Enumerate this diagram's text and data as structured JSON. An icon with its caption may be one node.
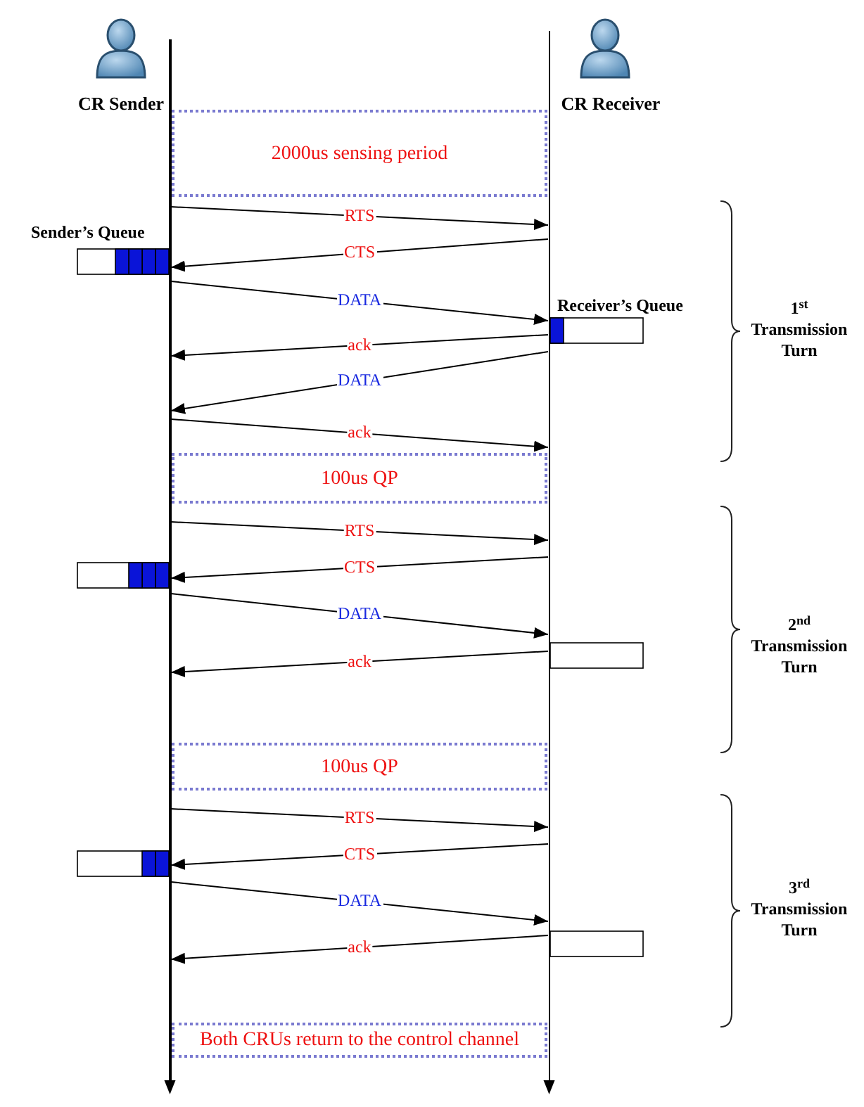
{
  "diagram": {
    "nodes": [
      {
        "text": [
          "CR Sender"
        ]
      },
      {
        "text": [
          "CR Receiver"
        ]
      },
      {
        "text": [],
        "shape": "bar"
      },
      {
        "text": [],
        "shape": "bar"
      },
      {
        "text": [
          "2000us  sensing period"
        ]
      },
      {
        "text": [
          "100us  QP"
        ]
      },
      {
        "text": [
          "100us  QP"
        ]
      },
      {
        "text": [
          "Both CRUs return to the control channel"
        ]
      }
    ],
    "edges": [
      {
        "from": 2,
        "to": 3,
        "arrow": "to",
        "label": "RTS"
      },
      {
        "from": 3,
        "to": 2,
        "arrow": "to",
        "label": "CTS"
      },
      {
        "from": 2,
        "to": 3,
        "arrow": "to",
        "label": "DATA"
      },
      {
        "from": 3,
        "to": 2,
        "arrow": "to",
        "label": "ack"
      },
      {
        "from": 3,
        "to": 2,
        "arrow": "to",
        "label": "DATA"
      },
      {
        "from": 2,
        "to": 3,
        "arrow": "to",
        "label": "ack"
      },
      {
        "from": 2,
        "to": 3,
        "arrow": "to",
        "label": "RTS"
      },
      {
        "from": 3,
        "to": 2,
        "arrow": "to",
        "label": "CTS"
      },
      {
        "from": 2,
        "to": 3,
        "arrow": "to",
        "label": "DATA"
      },
      {
        "from": 3,
        "to": 2,
        "arrow": "to",
        "label": "ack"
      },
      {
        "from": 2,
        "to": 3,
        "arrow": "to",
        "label": "RTS"
      },
      {
        "from": 3,
        "to": 2,
        "arrow": "to",
        "label": "CTS"
      },
      {
        "from": 2,
        "to": 3,
        "arrow": "to",
        "label": "DATA"
      },
      {
        "from": 3,
        "to": 2,
        "arrow": "to",
        "label": "ack"
      }
    ],
    "labels": [
      "Sender’s Queue",
      "Receiver’s Queue",
      "1$^{st}$ Transmission Turn",
      "2$^{nd}$ Transmission Turn",
      "3$^{rd}$ Transmission Turn"
    ]
  }
}
